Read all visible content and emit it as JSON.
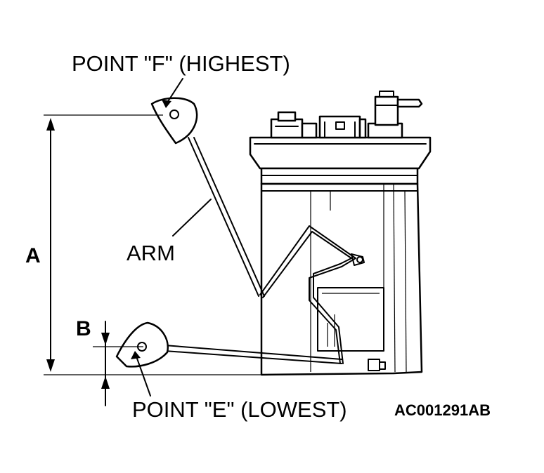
{
  "labels": {
    "point_f": "POINT \"F\" (HIGHEST)",
    "point_e": "POINT \"E\" (LOWEST)",
    "arm": "ARM",
    "dim_a": "A",
    "dim_b": "B",
    "figure_code": "AC001291AB"
  }
}
